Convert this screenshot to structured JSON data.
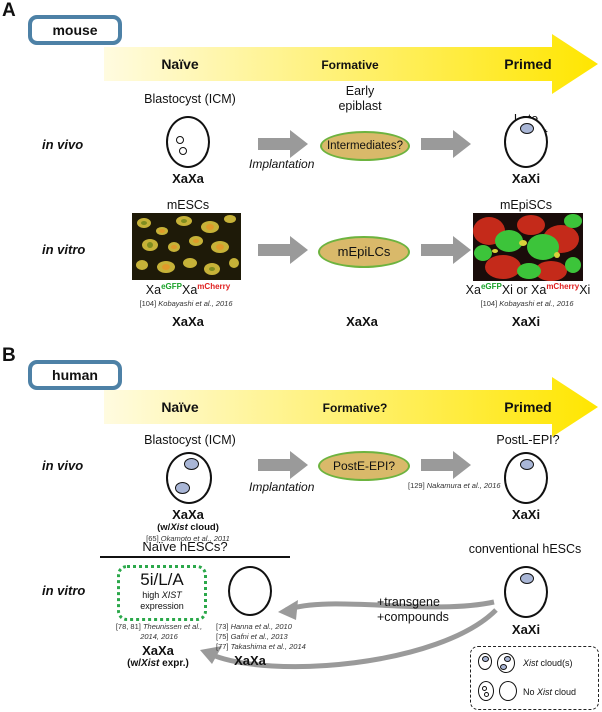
{
  "panel_a": {
    "letter": "A",
    "species": "mouse",
    "stages": {
      "naive": "Naïve",
      "mid": "Formative",
      "primed": "Primed"
    },
    "in_vivo": {
      "row_label": "in vivo",
      "naive_title": "Blastocyst (ICM)",
      "mid_title": "Early\nepiblast",
      "primed_title": "Late\nepiblast",
      "mid_oval": "Intermediates?",
      "transition": "Implantation",
      "naive_genotype": "XaXa",
      "primed_genotype": "XaXi"
    },
    "in_vitro": {
      "row_label": "in vitro",
      "naive_title": "mESCs",
      "primed_title": "mEpiSCs",
      "mid_oval": "mEpiLCs",
      "naive_reporter": {
        "xa1": "Xa",
        "sup1": "eGFP",
        "xa2": "Xa",
        "sup2": "mCherry"
      },
      "primed_reporter": {
        "p1": "Xa",
        "s1": "eGFP",
        "p2": "Xi or Xa",
        "s2": "mCherry",
        "p3": "Xi"
      },
      "naive_ref": {
        "num": "[104] ",
        "cite": "Kobayashi et al., 2016"
      },
      "primed_ref": {
        "num": "[104] ",
        "cite": "Kobayashi et al., 2016"
      },
      "naive_genotype": "XaXa",
      "mid_genotype": "XaXa",
      "primed_genotype": "XaXi"
    }
  },
  "panel_b": {
    "letter": "B",
    "species": "human",
    "stages": {
      "naive": "Naïve",
      "mid": "Formative?",
      "primed": "Primed"
    },
    "in_vivo": {
      "row_label": "in vivo",
      "naive_title": "Blastocyst (ICM)",
      "primed_title": "PostL-EPI?",
      "mid_oval": "PostE-EPI?",
      "transition": "Implantation",
      "primed_ref": {
        "num": "[129] ",
        "cite": "Nakamura et al., 2016"
      },
      "naive_genotype": "XaXa",
      "naive_sub_a": "(w/",
      "naive_sub_b": "Xist",
      "naive_sub_c": " cloud)",
      "naive_ref": {
        "num": "[65] ",
        "cite": "Okamoto et al., 2011"
      },
      "primed_genotype": "XaXi"
    },
    "in_vitro": {
      "row_label": "in vitro",
      "naive_header": "Naïve hESCs?",
      "primed_title": "conventional hESCs",
      "fivei_title": "5i/L/A",
      "fivei_l1": "high ",
      "fivei_l1b": "XIST",
      "fivei_l2": "expression",
      "ref1_num": "[78, 81] ",
      "ref1_cite": "Theunissen et al.,",
      "ref1_cite2": "2014, 2016",
      "genotype_left": "XaXa",
      "genotype_left_sub_a": "(w/",
      "genotype_left_sub_b": "Xist",
      "genotype_left_sub_c": " expr.)",
      "refs_right": [
        {
          "num": "[73] ",
          "cite": "Hanna et al., 2010"
        },
        {
          "num": "[75] ",
          "cite": "Gafni et al., 2013"
        },
        {
          "num": "[77] ",
          "cite": "Takashima et al., 2014"
        }
      ],
      "genotype_right": "XaXa",
      "transgene": "+transgene",
      "compounds": "+compounds",
      "primed_genotype": "XaXi"
    },
    "legend": {
      "xist_a": "Xist",
      "xist_b": " cloud(s)",
      "no_a": "No ",
      "no_b": "Xist",
      "no_c": " cloud"
    }
  },
  "colors": {
    "species_border": "#4d81a6",
    "gradient_start": "#fffbe0",
    "gradient_end": "#ffe600",
    "oval_fill": "#d9b96a",
    "oval_border": "#6db33f",
    "arrow_gray": "#9a9a9a",
    "xist_cloud": "#a9b6d6",
    "egfp": "#1aa32a",
    "mcherry": "#e02020",
    "dotted_box": "#2ba84a"
  }
}
